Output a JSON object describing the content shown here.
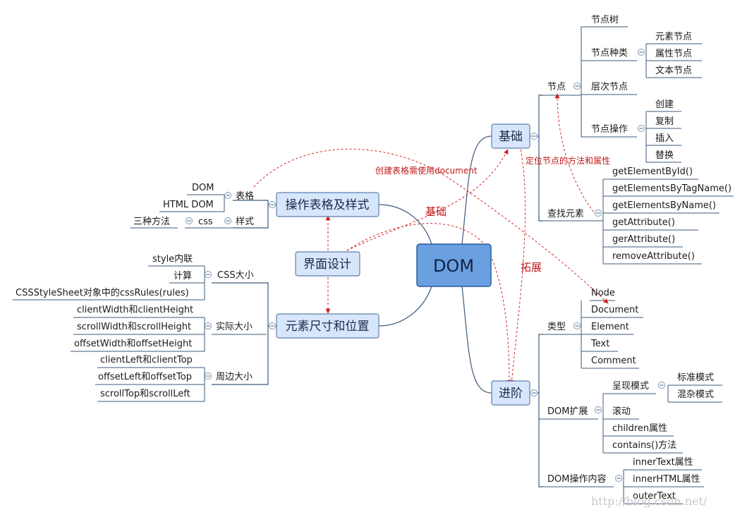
{
  "root": "DOM",
  "branches": {
    "jichu": "基础",
    "jinjie": "进阶",
    "biaoge": "操作表格及样式",
    "chicun": "元素尺寸和位置",
    "jiemian": "界面设计"
  },
  "jichu": {
    "jiedian": "节点",
    "jiedianshu": "节点树",
    "zhonglei": "节点种类",
    "yuansu": "元素节点",
    "shuxing": "属性节点",
    "wenben": "文本节点",
    "cengci": "层次节点",
    "caozuo": "节点操作",
    "chuangjian": "创建",
    "fuzhi": "复制",
    "charu": "插入",
    "tihuan": "替换",
    "chazhao": "查找元素",
    "m1": "getElementById()",
    "m2": "getElementsByTagName()",
    "m3": "getElementsByName()",
    "m4": "getAttribute()",
    "m5": "gerAttribute()",
    "m6": "removeAttribute()"
  },
  "jinjie": {
    "leixing": "类型",
    "node": "Node",
    "document": "Document",
    "element": "Element",
    "text": "Text",
    "comment": "Comment",
    "kuozhan": "DOM扩展",
    "chengxian": "呈现模式",
    "biaozhun": "标准模式",
    "hunza": "混杂模式",
    "gundong": "滚动",
    "children": "children属性",
    "contains": "contains()方法",
    "neirong": "DOM操作内容",
    "innertext": "innerText属性",
    "innerhtml": "innerHTML属性",
    "outertext": "outerText"
  },
  "biaoge": {
    "biaoge_label": "表格",
    "dom": "DOM",
    "htmldom": "HTML DOM",
    "yangshi": "样式",
    "css": "css",
    "sanzhong": "三种方法"
  },
  "chicun": {
    "cssdaxiao": "CSS大小",
    "style": "style内联",
    "jisuan": "计算",
    "cssrules": "CSSStyleSheet对象中的cssRules(rules)",
    "shiji": "实际大小",
    "client": "clientWidth和clientHeight",
    "scroll": "scrollWidth和scrollHeight",
    "offset": "offsetWidth和offsetHeight",
    "zhoubian": "周边大小",
    "clientlt": "clientLeft和clientTop",
    "offsetlt": "offsetLeft和offsetTop",
    "scrolltl": "scrollTop和scrollLeft"
  },
  "relations": {
    "chuangjian_doc": "创建表格需使用document",
    "dingwei": "定位节点的方法和属性",
    "jichu": "基础",
    "tuozhan": "拓展"
  },
  "watermark": "http://blog.csdn.net/"
}
